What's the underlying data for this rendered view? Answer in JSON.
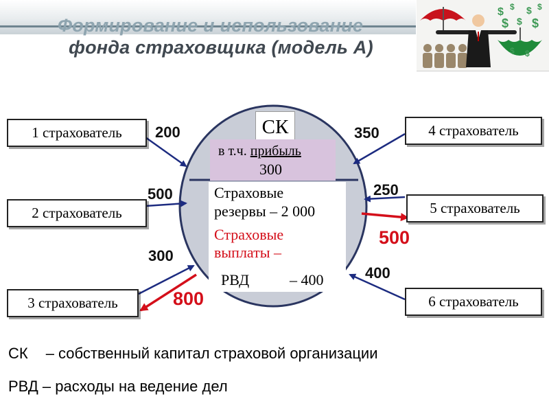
{
  "title": {
    "line1": "Формирование и использование",
    "line2": "фонда страховщика (модель А)"
  },
  "illustration": {
    "icon": "umbrella-people-dollar-icon"
  },
  "colors": {
    "oval": "#c9cdd7",
    "arrow": "#1c2b80",
    "payout": "#d40f1a",
    "profit_box": "#d8c3dd"
  },
  "center": {
    "ck": "СК",
    "profit_prefix": "в т.ч. ",
    "profit_word": "прибыль",
    "profit_value": "300",
    "reserves_line1": "Страховые",
    "reserves_line2": "резервы –  2 000",
    "payouts_line1": "Страховые",
    "payouts_line2": "выплаты –",
    "rvd_label": "РВД",
    "rvd_value": "– 400"
  },
  "insurers": [
    {
      "label": "1 страхователь",
      "premium": "200"
    },
    {
      "label": "2 страхователь",
      "premium": "500"
    },
    {
      "label": "3 страхователь",
      "premium": "300",
      "payout": "800"
    },
    {
      "label": "4 страхователь",
      "premium": "350"
    },
    {
      "label": "5 страхователь",
      "premium": "250",
      "payout": "500"
    },
    {
      "label": "6 страхователь",
      "premium": "400"
    }
  ],
  "legend": {
    "ck_abbr": "СК",
    "ck_text": "– собственный капитал страховой организации",
    "rvd_abbr": "РВД",
    "rvd_text": "– расходы на ведение дел"
  }
}
